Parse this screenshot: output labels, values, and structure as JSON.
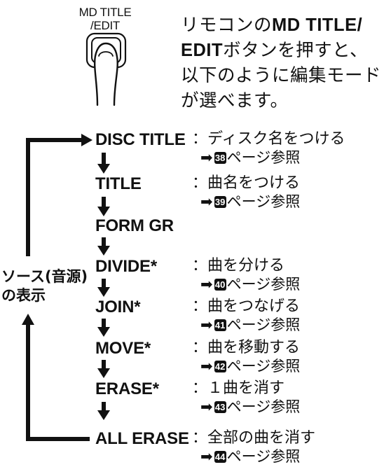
{
  "remote_button": {
    "label_line1": "MD TITLE",
    "label_line2": "/EDIT"
  },
  "intro": {
    "part1": "リモコンの",
    "bold1": "MD TITLE/",
    "bold2": "EDIT",
    "part2": "ボタンを押すと、",
    "line3": "以下のように編集モード",
    "line4": "が選べます。"
  },
  "source_label": {
    "line1": "ソース(音源)",
    "line2": "の表示"
  },
  "page_ref_suffix": "ページ参照",
  "modes": [
    {
      "name": "DISC TITLE",
      "desc": "：ディスク名をつける",
      "page": "38"
    },
    {
      "name": "TITLE",
      "desc": "：曲名をつける",
      "page": "39"
    },
    {
      "name": "FORM GR",
      "desc": "",
      "page": ""
    },
    {
      "name": "DIVIDE*",
      "desc": "：曲を分ける",
      "page": "40"
    },
    {
      "name": "JOIN*",
      "desc": "：曲をつなげる",
      "page": "41"
    },
    {
      "name": "MOVE*",
      "desc": "：曲を移動する",
      "page": "42"
    },
    {
      "name": "ERASE*",
      "desc": "：１曲を消す",
      "page": "43"
    },
    {
      "name": "ALL ERASE",
      "desc": "：全部の曲を消す",
      "page": "44"
    }
  ]
}
